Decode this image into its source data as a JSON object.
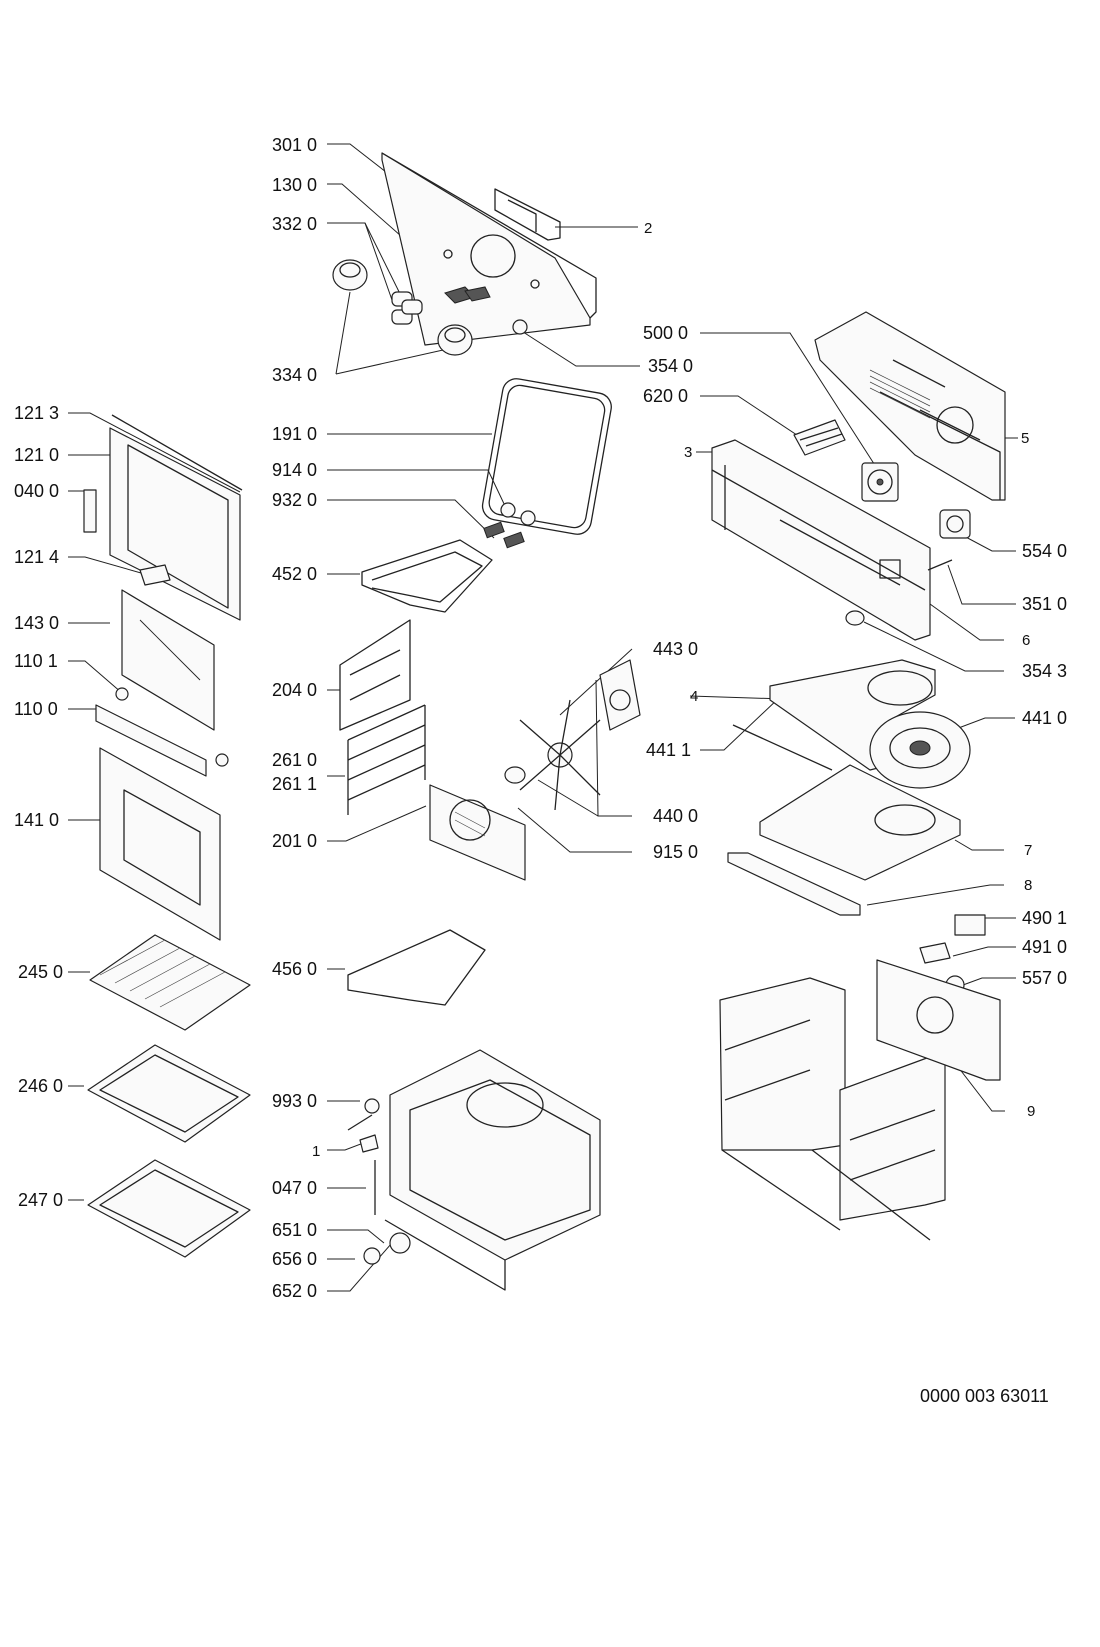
{
  "labels": {
    "l3010": "301 0",
    "l1300": "130 0",
    "l3320": "332 0",
    "l2": "2",
    "l3340": "334 0",
    "l3540": "354 0",
    "l5000": "500 0",
    "l6200": "620 0",
    "l5": "5",
    "l3": "3",
    "l1213": "121 3",
    "l1210": "121 0",
    "l0400": "040 0",
    "l1214": "121 4",
    "l1430": "143 0",
    "l1101": "110 1",
    "l1100": "110 0",
    "l1410": "141 0",
    "l1910": "191 0",
    "l9140": "914 0",
    "l9320": "932 0",
    "l4520": "452 0",
    "l2040": "204 0",
    "l2610": "261 0",
    "l2611": "261 1",
    "l2010": "201 0",
    "l4430": "443 0",
    "l4400": "440 0",
    "l9150": "915 0",
    "l5540": "554 0",
    "l3510": "351 0",
    "l6": "6",
    "l3543": "354 3",
    "l4": "4",
    "l4410": "441 0",
    "l4411": "441 1",
    "l7": "7",
    "l8": "8",
    "l4901": "490 1",
    "l4910": "491 0",
    "l5570": "557 0",
    "l9": "9",
    "l2450": "245 0",
    "l4560": "456 0",
    "l2460": "246 0",
    "l9930": "993 0",
    "l1": "1",
    "l0470": "047 0",
    "l2470": "247 0",
    "l6510": "651 0",
    "l6560": "656 0",
    "l6520": "652 0"
  },
  "drawing_number": "0000 003 63011"
}
